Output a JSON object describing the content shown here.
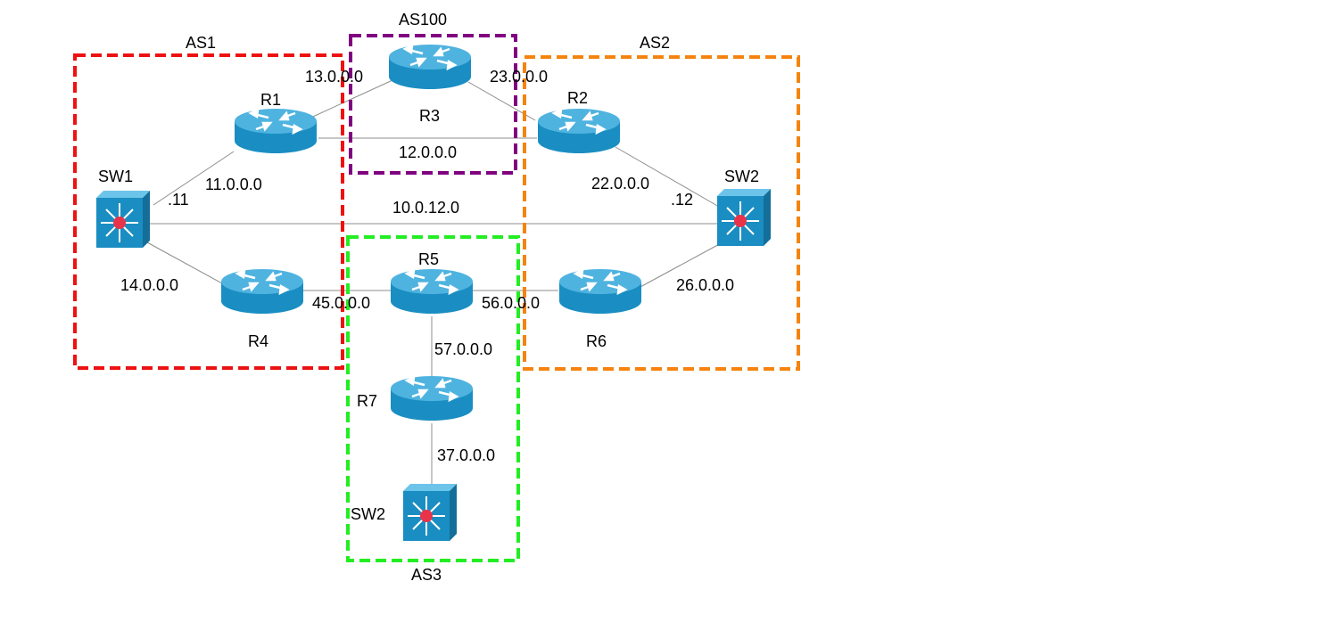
{
  "colors": {
    "as1": "#ee1111",
    "as100": "#800080",
    "as2": "#f5840f",
    "as3": "#22ee22",
    "device_body": "#1a8ec2",
    "device_top": "#4fb3e0",
    "switch_hub": "#e8334a",
    "link": "#8c8c8c"
  },
  "as_regions": [
    {
      "id": "as1",
      "label": "AS1",
      "color": "#ee1111"
    },
    {
      "id": "as100",
      "label": "AS100",
      "color": "#800080"
    },
    {
      "id": "as2",
      "label": "AS2",
      "color": "#f5840f"
    },
    {
      "id": "as3",
      "label": "AS3",
      "color": "#22ee22"
    }
  ],
  "devices": [
    {
      "id": "r1",
      "type": "router",
      "label": "R1",
      "icon": "router-icon"
    },
    {
      "id": "r2",
      "type": "router",
      "label": "R2",
      "icon": "router-icon"
    },
    {
      "id": "r3",
      "type": "router",
      "label": "R3",
      "icon": "router-icon"
    },
    {
      "id": "r4",
      "type": "router",
      "label": "R4",
      "icon": "router-icon"
    },
    {
      "id": "r5",
      "type": "router",
      "label": "R5",
      "icon": "router-icon"
    },
    {
      "id": "r6",
      "type": "router",
      "label": "R6",
      "icon": "router-icon"
    },
    {
      "id": "r7",
      "type": "router",
      "label": "R7",
      "icon": "router-icon"
    },
    {
      "id": "sw1",
      "type": "switch",
      "label": "SW1",
      "icon": "switch-icon"
    },
    {
      "id": "sw2",
      "type": "switch",
      "label": "SW2",
      "icon": "switch-icon"
    },
    {
      "id": "sw2b",
      "type": "switch",
      "label": "SW2",
      "icon": "switch-icon"
    }
  ],
  "links": [
    {
      "id": "sw1-r1",
      "from": "SW1",
      "to": "R1",
      "subnet": "11.0.0.0"
    },
    {
      "id": "r1-r3",
      "from": "R1",
      "to": "R3",
      "subnet": "13.0.0.0"
    },
    {
      "id": "r3-r2",
      "from": "R3",
      "to": "R2",
      "subnet": "23.0.0.0"
    },
    {
      "id": "r1-r2",
      "from": "R1",
      "to": "R2",
      "subnet": "12.0.0.0"
    },
    {
      "id": "r2-sw2",
      "from": "R2",
      "to": "SW2",
      "subnet": "22.0.0.0"
    },
    {
      "id": "sw1-sw2",
      "from": "SW1",
      "to": "SW2",
      "subnet": "10.0.12.0"
    },
    {
      "id": "sw1-r4",
      "from": "SW1",
      "to": "R4",
      "subnet": "14.0.0.0"
    },
    {
      "id": "r4-r5",
      "from": "R4",
      "to": "R5",
      "subnet": "45.0.0.0"
    },
    {
      "id": "r5-r6",
      "from": "R5",
      "to": "R6",
      "subnet": "56.0.0.0"
    },
    {
      "id": "r6-sw2",
      "from": "R6",
      "to": "SW2",
      "subnet": "26.0.0.0"
    },
    {
      "id": "r5-r7",
      "from": "R5",
      "to": "R7",
      "subnet": "57.0.0.0"
    },
    {
      "id": "r7-sw2b",
      "from": "R7",
      "to": "SW2",
      "subnet": "37.0.0.0"
    }
  ],
  "host_octets": {
    "sw1": ".11",
    "sw2": ".12"
  }
}
